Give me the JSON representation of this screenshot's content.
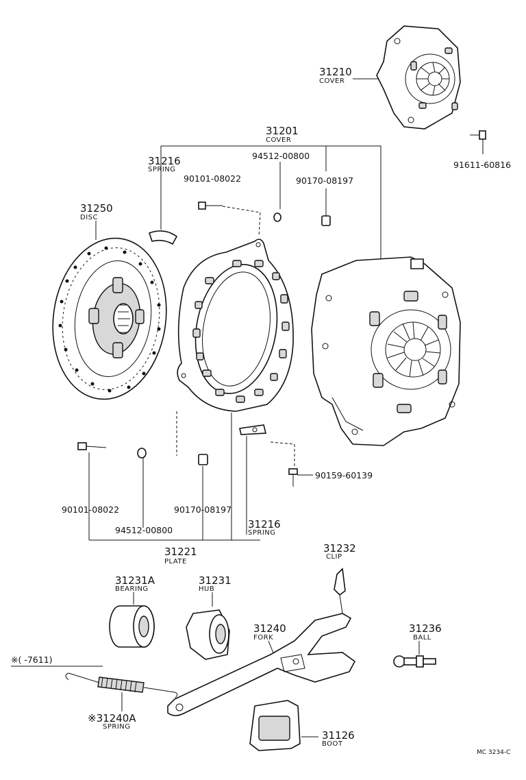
{
  "labels": {
    "cover_top": {
      "num": "31210",
      "sub": "COVER"
    },
    "cover_assy": {
      "num": "31201",
      "sub": "COVER"
    },
    "spring_top": {
      "num": "31216",
      "sub": "SPRING"
    },
    "bolt_top": "90101-08022",
    "washer_top": "94512-00800",
    "nut_top": "90170-08197",
    "bolt_right": "91611-60816",
    "disc": {
      "num": "31250",
      "sub": "DISC"
    },
    "bolt_bottom": "90101-08022",
    "washer_bottom": "94512-00800",
    "nut_bottom": "90170-08197",
    "screw_bottom": "90159-60139",
    "spring_bottom": {
      "num": "31216",
      "sub": "SPRING"
    },
    "plate": {
      "num": "31221",
      "sub": "PLATE"
    },
    "clip": {
      "num": "31232",
      "sub": "CLIP"
    },
    "bearing": {
      "num": "31231A",
      "sub": "BEARING"
    },
    "hub": {
      "num": "31231",
      "sub": "HUB"
    },
    "fork": {
      "num": "31240",
      "sub": "FORK"
    },
    "ball": {
      "num": "31236",
      "sub": "BALL"
    },
    "note": "※(      -7611)",
    "fork_spring": {
      "num": "※31240A",
      "sub": "SPRING"
    },
    "boot": {
      "num": "31126",
      "sub": "BOOT"
    },
    "ref": "MC 3234-C"
  }
}
